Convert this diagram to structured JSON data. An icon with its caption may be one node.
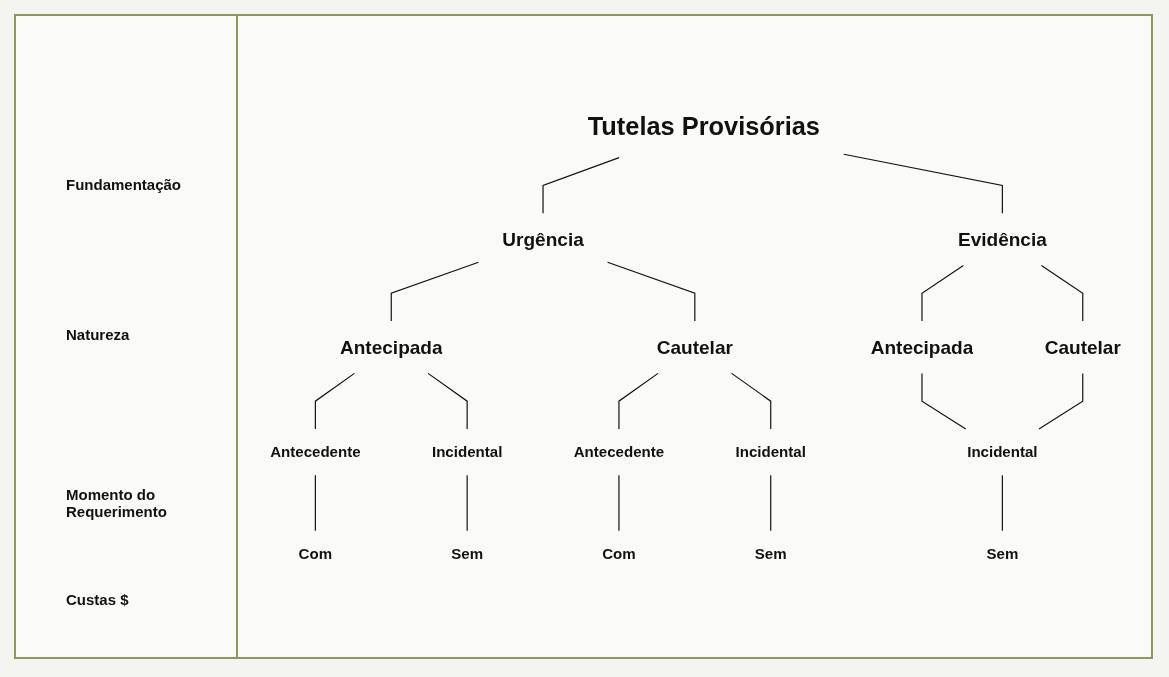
{
  "diagram": {
    "nodes": [
      {
        "text": [
          "Tutelas Provisórias"
        ]
      },
      {
        "text": [
          "Urgência"
        ]
      },
      {
        "text": [
          "Evidência"
        ]
      },
      {
        "text": [
          "Antecipada"
        ]
      },
      {
        "text": [
          "Cautelar"
        ]
      },
      {
        "text": [
          "Antecipada"
        ]
      },
      {
        "text": [
          "Cautelar"
        ]
      },
      {
        "text": [
          "Antecedente"
        ]
      },
      {
        "text": [
          "Incidental"
        ]
      },
      {
        "text": [
          "Antecedente"
        ]
      },
      {
        "text": [
          "Incidental"
        ]
      },
      {
        "text": [
          "Incidental"
        ]
      },
      {
        "text": [
          "Com"
        ]
      },
      {
        "text": [
          "Sem"
        ]
      },
      {
        "text": [
          "Com"
        ]
      },
      {
        "text": [
          "Sem"
        ]
      },
      {
        "text": [
          "Sem"
        ]
      }
    ],
    "edges": [
      {
        "from": 0,
        "to": 1,
        "arrow": "none"
      },
      {
        "from": 0,
        "to": 2,
        "arrow": "none"
      },
      {
        "from": 1,
        "to": 3,
        "arrow": "none"
      },
      {
        "from": 1,
        "to": 4,
        "arrow": "none"
      },
      {
        "from": 2,
        "to": 5,
        "arrow": "none"
      },
      {
        "from": 2,
        "to": 6,
        "arrow": "none"
      },
      {
        "from": 3,
        "to": 7,
        "arrow": "none"
      },
      {
        "from": 3,
        "to": 8,
        "arrow": "none"
      },
      {
        "from": 4,
        "to": 9,
        "arrow": "none"
      },
      {
        "from": 4,
        "to": 10,
        "arrow": "none"
      },
      {
        "from": 5,
        "to": 11,
        "arrow": "none"
      },
      {
        "from": 6,
        "to": 11,
        "arrow": "none"
      },
      {
        "from": 7,
        "to": 12,
        "arrow": "none"
      },
      {
        "from": 8,
        "to": 13,
        "arrow": "none"
      },
      {
        "from": 9,
        "to": 14,
        "arrow": "none"
      },
      {
        "from": 10,
        "to": 15,
        "arrow": "none"
      },
      {
        "from": 11,
        "to": 16,
        "arrow": "none"
      }
    ],
    "labels": [
      "Fundamentação",
      "Natureza",
      "Momento do Requerimento",
      "Custas $"
    ]
  }
}
